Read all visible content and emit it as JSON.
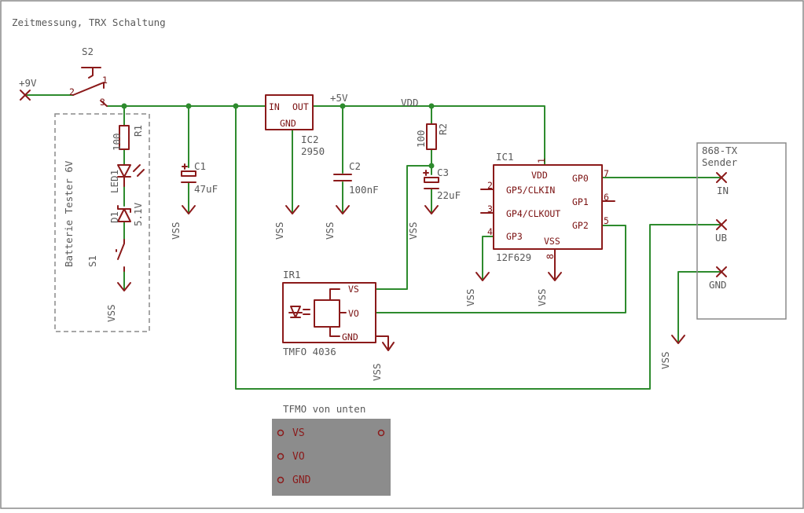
{
  "title": "Zeitmessung, TRX Schaltung",
  "battery_tester": {
    "label": "Batterie Tester 6V",
    "r1": {
      "name": "R1",
      "value": "100"
    },
    "led1": {
      "name": "LED1"
    },
    "d1": {
      "name": "D1",
      "value": "5.1V"
    },
    "s1": {
      "name": "S1"
    },
    "vss": "VSS"
  },
  "switch_s2": {
    "name": "S2",
    "pin1": "1",
    "pin2": "2",
    "pin3": "3"
  },
  "supply": {
    "plus9v": "+9V",
    "plus5v": "+5V",
    "vdd": "VDD"
  },
  "c1": {
    "name": "C1",
    "value": "47uF",
    "vss": "VSS"
  },
  "ic2": {
    "name": "IC2",
    "value": "2950",
    "pin_in": "IN",
    "pin_out": "OUT",
    "pin_gnd": "GND",
    "vss": "VSS"
  },
  "c2": {
    "name": "C2",
    "value": "100nF",
    "vss": "VSS"
  },
  "r2": {
    "name": "R2",
    "value": "100"
  },
  "c3": {
    "name": "C3",
    "value": "22uF",
    "vss": "VSS"
  },
  "ic1": {
    "name": "IC1",
    "value": "12F629",
    "pins": {
      "vdd": "VDD",
      "gp5": "GP5/CLKIN",
      "gp4": "GP4/CLKOUT",
      "gp3": "GP3",
      "vss": "VSS",
      "gp0": "GP0",
      "gp1": "GP1",
      "gp2": "GP2"
    },
    "pin_numbers": {
      "p1": "1",
      "p2": "2",
      "p3": "3",
      "p4": "4",
      "p5": "5",
      "p6": "6",
      "p7": "7",
      "p8": "8"
    },
    "vss_a": "VSS",
    "vss_b": "VSS"
  },
  "ir1": {
    "name": "IR1",
    "value": "TMFO 4036",
    "pin_vs": "VS",
    "pin_vo": "VO",
    "pin_gnd": "GND",
    "vss": "VSS"
  },
  "tx": {
    "title_line1": "868-TX",
    "title_line2": "Sender",
    "pin_in": "IN",
    "pin_ub": "UB",
    "pin_gnd": "GND",
    "vss": "VSS"
  },
  "tfmo": {
    "title": "TFMO von unten",
    "pins": [
      "VS",
      "VO",
      "GND"
    ]
  },
  "colors": {
    "symbol": "#8b1a1a",
    "wire": "#2e8b2e",
    "frame": "#8a8a8a",
    "label": "#595959",
    "tfmo_body": "#8c8c8c"
  }
}
